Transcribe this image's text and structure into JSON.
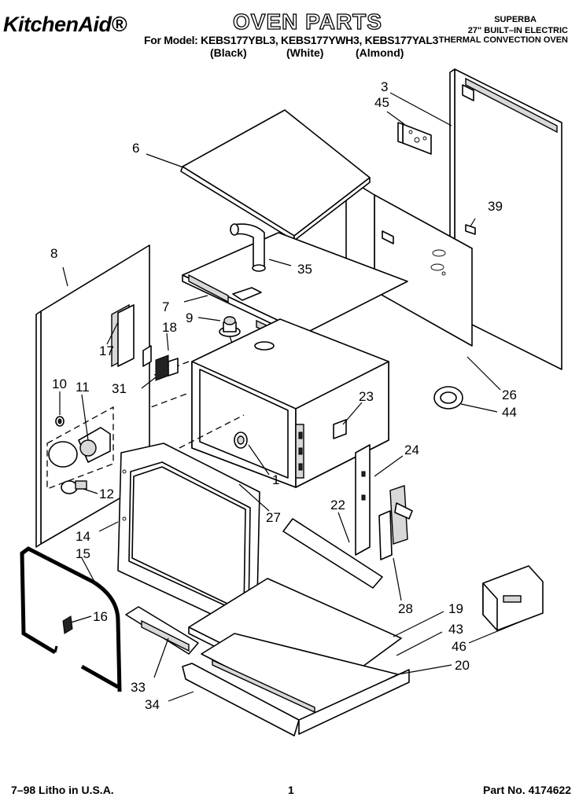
{
  "header": {
    "logo_text": "KitchenAid®",
    "title": "OVEN PARTS",
    "models_line": "For Model: KEBS177YBL3, KEBS177YWH3, KEBS177YAL3",
    "variants": [
      "(Black)",
      "(White)",
      "(Almond)"
    ],
    "subtitle_lines": [
      "SUPERBA",
      "27\" BUILT–IN ELECTRIC",
      "THERMAL CONVECTION OVEN"
    ]
  },
  "callouts": [
    "1",
    "3",
    "6",
    "7",
    "8",
    "9",
    "10",
    "11",
    "12",
    "14",
    "15",
    "16",
    "17",
    "18",
    "19",
    "20",
    "22",
    "23",
    "24",
    "26",
    "27",
    "28",
    "31",
    "33",
    "34",
    "35",
    "39",
    "43",
    "44",
    "45",
    "46"
  ],
  "footer": {
    "left": "7–98 Litho in U.S.A.",
    "center": "1",
    "right": "Part No. 4174622"
  }
}
